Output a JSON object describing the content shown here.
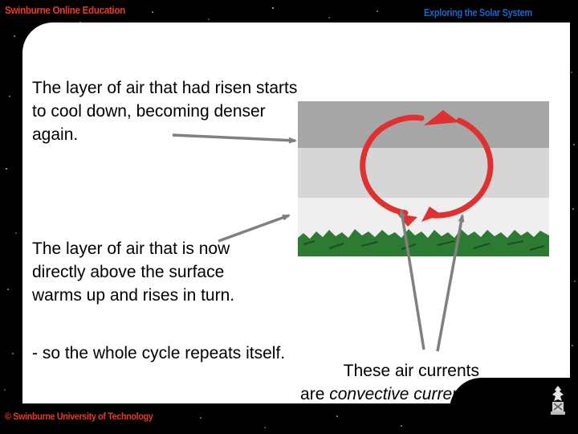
{
  "header": {
    "org": "Swinburne Online Education",
    "course": "Exploring the Solar System"
  },
  "footer": {
    "copyright": "© Swinburne University of Technology"
  },
  "slide": {
    "text_top": "The layer of air that had risen starts to cool down, becoming denser again.",
    "text_middle": "The layer of air that is now directly above the surface warms up and rises in turn.",
    "text_cycle": "- so the whole cycle repeats itself.",
    "caption_line1": "These air currents",
    "caption_line2_prefix": "are ",
    "caption_line2_italic": "convective currents",
    "caption_line2_suffix": "."
  },
  "colors": {
    "header_left": "#e83a2a",
    "header_right": "#1d63c6",
    "current_arrows": "#e03030",
    "ground": "#2d7a32",
    "pointer_arrows": "#808080"
  }
}
